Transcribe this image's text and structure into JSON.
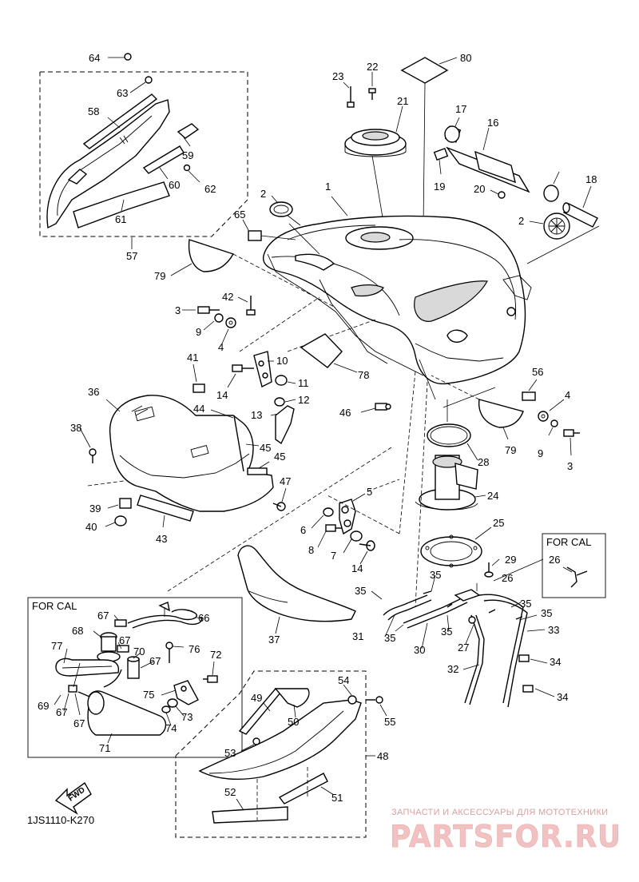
{
  "diagram": {
    "code": "1JS1110-K270",
    "fwd_label": "FWD",
    "for_cal_left": "FOR CAL",
    "for_cal_right": "FOR CAL"
  },
  "watermark": {
    "tagline": "ЗАПЧАСТИ И АКСЕССУАРЫ ДЛЯ МОТОТЕХНИКИ",
    "site": "PARTSFOR.RU"
  },
  "callouts": [
    "64",
    "63",
    "58",
    "59",
    "60",
    "62",
    "61",
    "57",
    "23",
    "22",
    "21",
    "80",
    "17",
    "16",
    "19",
    "20",
    "18",
    "2",
    "2",
    "1",
    "65",
    "79",
    "42",
    "3",
    "9",
    "4",
    "10",
    "11",
    "12",
    "13",
    "14",
    "41",
    "36",
    "38",
    "44",
    "45",
    "45",
    "39",
    "40",
    "43",
    "47",
    "78",
    "46",
    "56",
    "4",
    "79",
    "9",
    "3",
    "28",
    "24",
    "5",
    "6",
    "8",
    "7",
    "14",
    "25",
    "29",
    "26",
    "26",
    "35",
    "35",
    "35",
    "35",
    "35",
    "35",
    "31",
    "30",
    "27",
    "33",
    "34",
    "34",
    "32",
    "37",
    "67",
    "66",
    "68",
    "67",
    "77",
    "70",
    "67",
    "76",
    "72",
    "69",
    "67",
    "75",
    "73",
    "74",
    "67",
    "71",
    "54",
    "49",
    "50",
    "55",
    "53",
    "48",
    "52",
    "51"
  ]
}
